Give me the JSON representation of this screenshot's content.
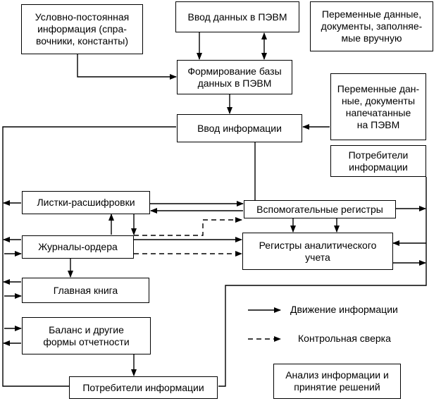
{
  "boxes": {
    "conditional_constant": "Условно-постоянная\nинформация (спра-\nвочники, константы)",
    "data_input_pevm": "Ввод данных в ПЭВМ",
    "variable_manual": "Переменные данные,\nдокументы, заполняе-\nмые вручную",
    "database_formation": "Формирование базы\nданных в ПЭВМ",
    "variable_printed": "Переменные дан-\nные, документы\nнапечатанные\nна ПЭВМ",
    "info_input": "Ввод информации",
    "consumers_right": "Потребители\nинформации",
    "decoding_sheets": "Листки-расшифровки",
    "auxiliary_registers": "Вспомогательные регистры",
    "journal_orders": "Журналы-ордера",
    "analytical_registers": "Регистры аналитического\nучета",
    "general_ledger": "Главная книга",
    "balance_reports": "Баланс и другие\nформы отчетности",
    "consumers_bottom": "Потребители информации",
    "analysis_decisions": "Анализ информации и\nпринятие решений"
  },
  "legend": {
    "solid_label": "Движение информации",
    "dashed_label": "Контрольная сверка"
  },
  "colors": {
    "line": "#000000",
    "background": "#ffffff"
  }
}
